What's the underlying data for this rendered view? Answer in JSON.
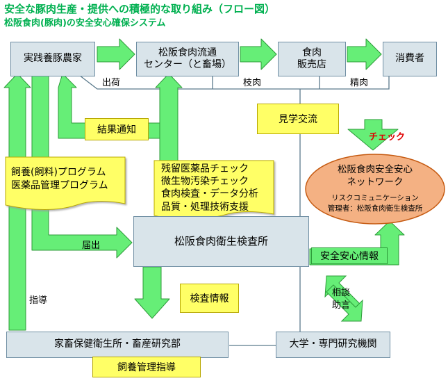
{
  "title": "安全な豚肉生産・提供への積極的な取り組み（フロー図）",
  "subtitle": "松阪食肉(豚肉)の安全安心確保システム",
  "boxes": {
    "farmer": "実践養豚農家",
    "center_line1": "松阪食肉流通",
    "center_line2": "センター（と畜場）",
    "shop_line1": "食肉",
    "shop_line2": "販売店",
    "consumer": "消費者",
    "inspection": "松阪食肉衛生検査所",
    "livestock": "家畜保健衛生所・畜産研究部",
    "university": "大学・専門研究機関"
  },
  "flow_labels": {
    "shipment": "出荷",
    "carcass": "枝肉",
    "meat": "精肉",
    "report": "届出",
    "guidance": "指導",
    "consult_line1": "相談",
    "consult_line2": "助言"
  },
  "notes": {
    "result_notice": "結果通知",
    "tour_exchange": "見学交流",
    "program_line1": "飼養(飼料)プログラム",
    "program_line2": "医薬品管理プログラム",
    "check_line1": "残留医薬品チェック",
    "check_line2": "微生物汚染チェック",
    "check_line3": "食肉検査・データ分析",
    "check_line4": "品質・処理技術支援",
    "inspection_info": "検査情報",
    "safety_info": "安全安心情報",
    "feeding_guidance": "飼養管理指導"
  },
  "network": {
    "check_label": "チェック",
    "title_line1": "松阪食肉安全安心",
    "title_line2": "ネットワーク",
    "sub_line1": "リスクコミュニケーション",
    "sub_line2": "管理者：松阪食肉衛生検査所"
  },
  "colors": {
    "title": "#00b050",
    "arrow_fill": "#66ee77",
    "arrow_stroke": "#2d9b3a",
    "box_fill": "#d9e4ea",
    "box_border": "#6f8ea3",
    "note_fill": "#ffff66",
    "network_fill": "#f4b183",
    "network_border": "#c55a11",
    "check_text": "#e00000",
    "connector": "#5a7a8c"
  }
}
